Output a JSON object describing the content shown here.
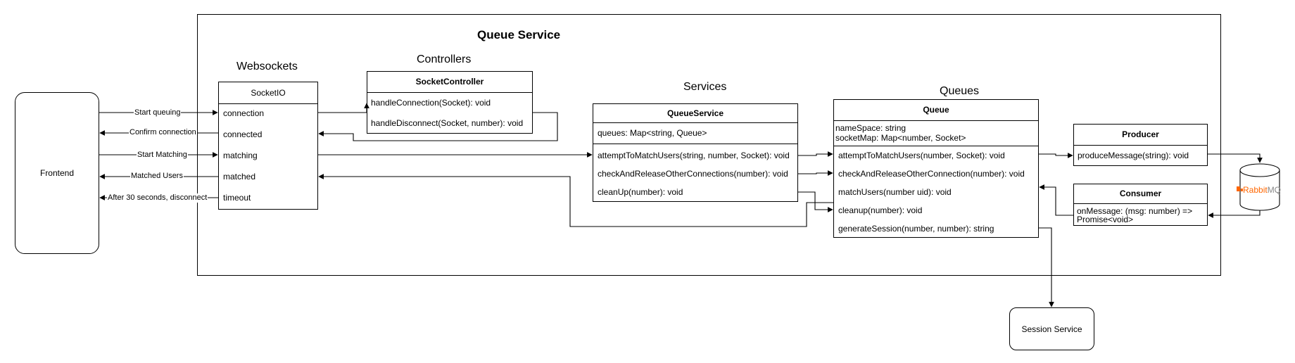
{
  "diagram": {
    "title": "Queue Service",
    "sections": {
      "websockets": "Websockets",
      "controllers": "Controllers",
      "services": "Services",
      "queues": "Queues"
    },
    "frontend": "Frontend",
    "session_service": "Session Service",
    "socketio": {
      "title": "SocketIO",
      "events": [
        "connection",
        "connected",
        "matching",
        "matched",
        "timeout"
      ]
    },
    "socket_controller": {
      "title": "SocketController",
      "methods": [
        "handleConnection(Socket): void",
        "handleDisconnect(Socket, number): void"
      ]
    },
    "queue_service": {
      "title": "QueueService",
      "fields": [
        "queues: Map<string, Queue>"
      ],
      "methods": [
        "attemptToMatchUsers(string, number, Socket): void",
        "checkAndReleaseOtherConnections(number): void",
        "cleanUp(number): void"
      ]
    },
    "queue": {
      "title": "Queue",
      "fields": [
        "nameSpace: string",
        "socketMap: Map<number, Socket>"
      ],
      "methods": [
        "attemptToMatchUsers(number, Socket): void",
        "checkAndReleaseOtherConnection(number): void",
        "matchUsers(number uid): void",
        "cleanup(number): void",
        "generateSession(number, number): string"
      ]
    },
    "producer": {
      "title": "Producer",
      "methods": [
        "produceMessage(string): void"
      ]
    },
    "consumer": {
      "title": "Consumer",
      "methods": [
        "onMessage: (msg: number) =>",
        "Promise<void>"
      ]
    },
    "rabbitmq": {
      "logo_part1": "Rabbit",
      "logo_part2": "MQ",
      "logo_color": "#ff6600"
    },
    "edge_labels": {
      "start_queuing": "Start queuing",
      "confirm_connection": "Confirm connection",
      "start_matching": "Start Matching",
      "matched_users": "Matched Users",
      "after_30": "After 30 seconds, disconnect"
    }
  }
}
